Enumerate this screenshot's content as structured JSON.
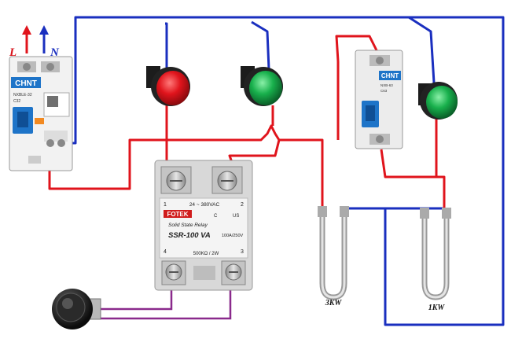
{
  "labels": {
    "live": "L",
    "neutral": "N",
    "heater_left_rating": "3KW",
    "heater_right_rating": "1KW"
  },
  "breaker_main": {
    "brand": "CHNT",
    "model": "NXBLE-32",
    "rating": "C32"
  },
  "breaker_small": {
    "brand": "CHNT",
    "model": "NXB-63",
    "rating": "C63"
  },
  "ssr": {
    "brand": "FOTEK",
    "title": "Solid State Relay",
    "model": "SSR-100 VA",
    "voltage": "24 ~ 380VAC",
    "current": "100A/250V",
    "resistance": "500KΩ / 2W",
    "term1": "1",
    "term2": "2",
    "term3": "3",
    "term4": "4",
    "cert": "US",
    "cert_c": "C"
  },
  "colors": {
    "wire_live": "#e0141c",
    "wire_neutral": "#1a2fbf",
    "wire_pot": "#8a2a8c",
    "lamp_red": "#d21c24",
    "lamp_green": "#15a44a",
    "label_red": "#d8141c",
    "label_blue": "#1a2fbf"
  },
  "icons": {
    "lamp": "indicator-lamp-icon",
    "heater": "u-heating-element-icon",
    "pot": "potentiometer-knob-icon",
    "arrow": "arrow-up-icon"
  }
}
